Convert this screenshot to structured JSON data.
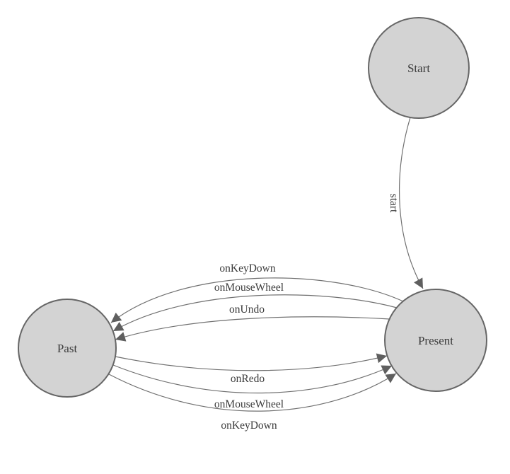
{
  "diagram": {
    "type": "state-machine",
    "nodes": [
      {
        "id": "start",
        "label": "Start"
      },
      {
        "id": "present",
        "label": "Present"
      },
      {
        "id": "past",
        "label": "Past"
      }
    ],
    "edges": [
      {
        "from": "Start",
        "to": "Present",
        "label": "start"
      },
      {
        "from": "Present",
        "to": "Past",
        "label": "onKeyDown"
      },
      {
        "from": "Present",
        "to": "Past",
        "label": "onMouseWheel"
      },
      {
        "from": "Present",
        "to": "Past",
        "label": "onUndo"
      },
      {
        "from": "Past",
        "to": "Present",
        "label": "onRedo"
      },
      {
        "from": "Past",
        "to": "Present",
        "label": "onMouseWheel"
      },
      {
        "from": "Past",
        "to": "Present",
        "label": "onKeyDown"
      }
    ],
    "colors": {
      "background": "#ffffff",
      "node_fill": "#d3d3d3",
      "node_stroke": "#666666",
      "edge_color": "#707070",
      "arrow_fill": "#5f5f5f",
      "label_color": "#3b3b3b"
    }
  }
}
